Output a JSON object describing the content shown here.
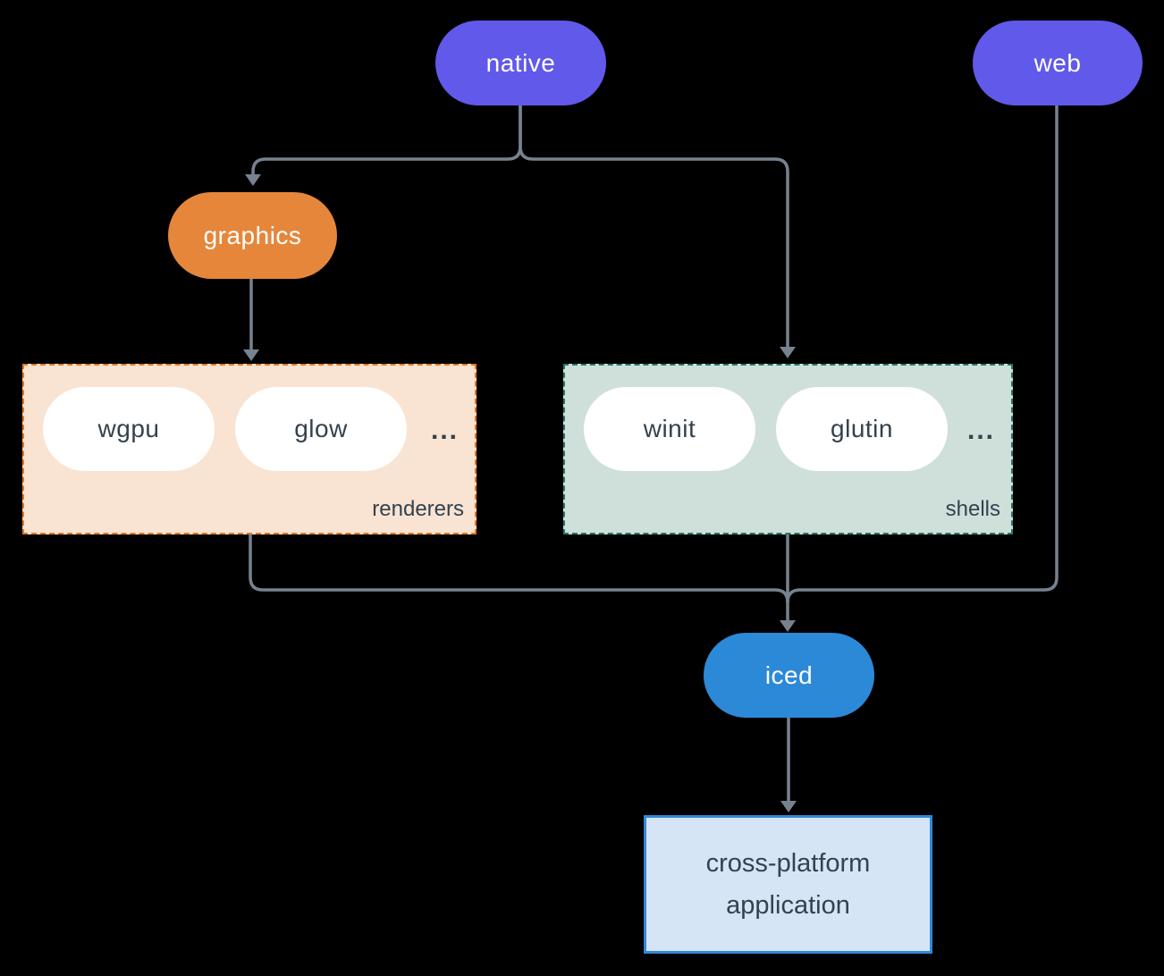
{
  "nodes": {
    "native": {
      "label": "native"
    },
    "web": {
      "label": "web"
    },
    "graphics": {
      "label": "graphics"
    },
    "iced": {
      "label": "iced"
    },
    "application": {
      "line1": "cross-platform",
      "line2": "application"
    }
  },
  "groups": {
    "renderers": {
      "label": "renderers",
      "items": [
        "wgpu",
        "glow"
      ],
      "ellipsis": "..."
    },
    "shells": {
      "label": "shells",
      "items": [
        "winit",
        "glutin"
      ],
      "ellipsis": "..."
    }
  },
  "edges": [
    {
      "from": "native",
      "to": "graphics"
    },
    {
      "from": "native",
      "to": "shells"
    },
    {
      "from": "graphics",
      "to": "renderers"
    },
    {
      "from": "renderers",
      "to": "iced"
    },
    {
      "from": "shells",
      "to": "iced"
    },
    {
      "from": "web",
      "to": "iced"
    },
    {
      "from": "iced",
      "to": "application"
    }
  ],
  "colors": {
    "background": "#000000",
    "native-bg": "#6159E9",
    "web-bg": "#6159E9",
    "graphics-bg": "#E6863A",
    "iced-bg": "#2C89D8",
    "pill-text": "#FFFFFF",
    "item-pill-bg": "#FFFFFF",
    "item-text": "#33424F",
    "renderers-bg": "#F9E3D2",
    "renderers-border": "#E2761C",
    "shells-bg": "#CFE0DA",
    "shells-border": "#26756A",
    "app-bg": "#D5E5F6",
    "app-border": "#3088D8",
    "app-text": "#33424F",
    "connector": "#76828F"
  }
}
